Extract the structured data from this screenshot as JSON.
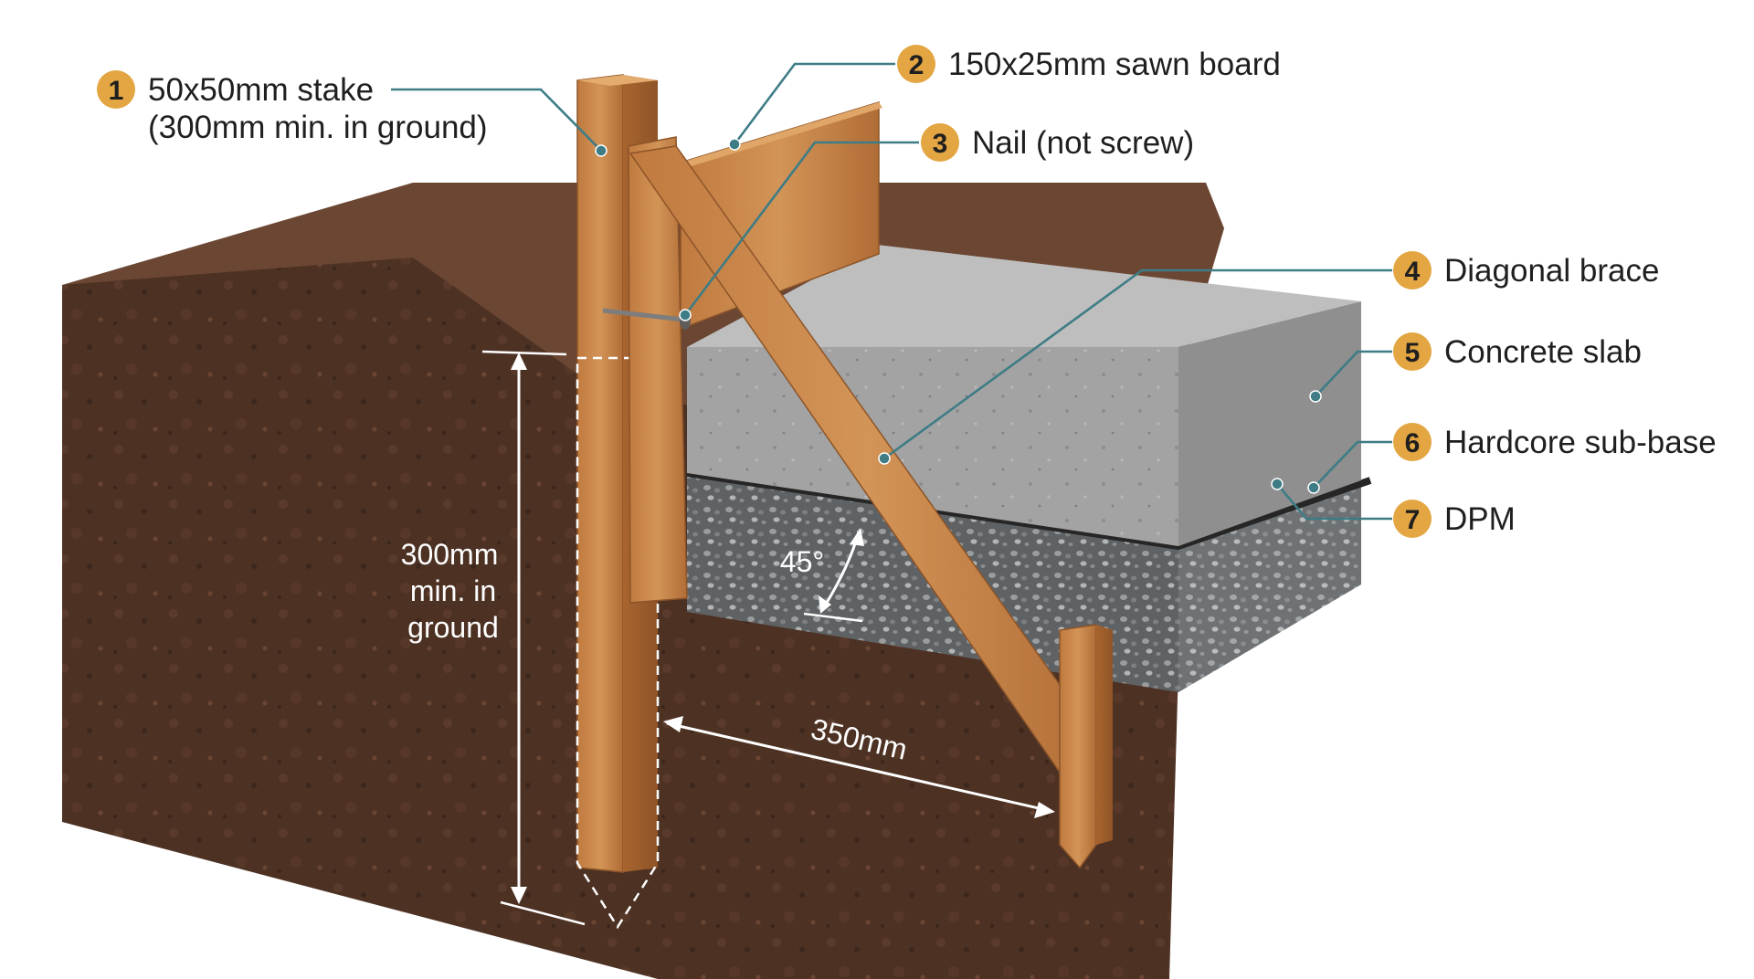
{
  "colors": {
    "accent_badge": "#e3a642",
    "leader_line": "#3e7c86",
    "soil_dark": "#4a2f22",
    "soil_top": "#6e4a34",
    "timber": "#c98548",
    "concrete": "#9a9a98",
    "hardcore": "#6f7273",
    "dpm": "#2a2a2a"
  },
  "callouts": [
    {
      "number": "1",
      "lines": [
        "50x50mm stake",
        "(300mm min. in ground)"
      ]
    },
    {
      "number": "2",
      "lines": [
        "150x25mm sawn board"
      ]
    },
    {
      "number": "3",
      "lines": [
        "Nail (not screw)"
      ]
    },
    {
      "number": "4",
      "lines": [
        "Diagonal brace"
      ]
    },
    {
      "number": "5",
      "lines": [
        "Concrete slab"
      ]
    },
    {
      "number": "6",
      "lines": [
        "Hardcore sub-base"
      ]
    },
    {
      "number": "7",
      "lines": [
        "DPM"
      ]
    }
  ],
  "dimensions": {
    "depth_label": [
      "300mm",
      "min. in",
      "ground"
    ],
    "angle_label": "45°",
    "distance_label": "350mm"
  }
}
